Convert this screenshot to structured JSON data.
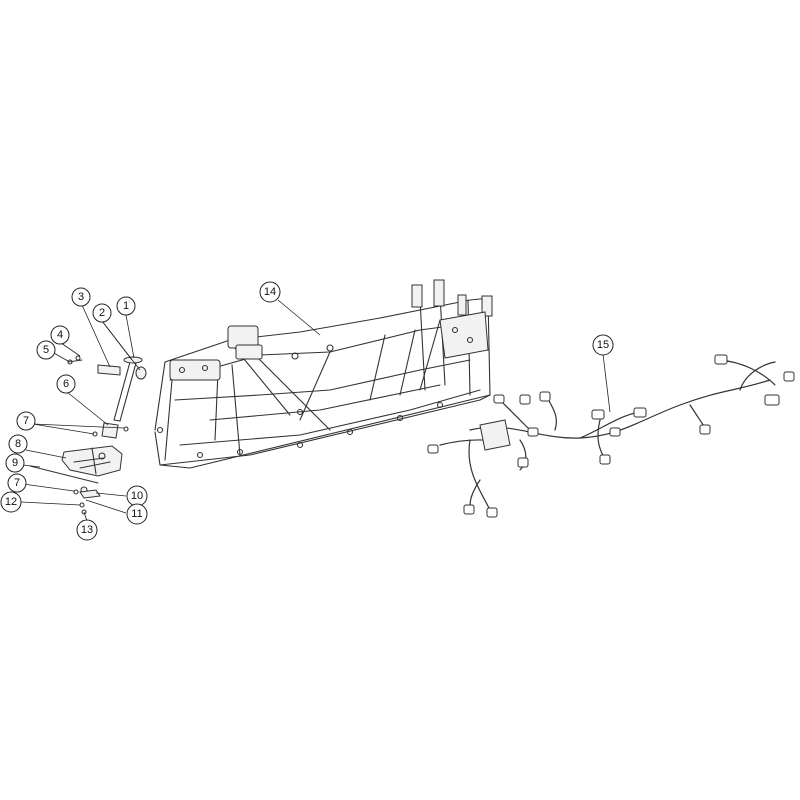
{
  "callouts": [
    "1",
    "2",
    "3",
    "4",
    "5",
    "6",
    "7",
    "7",
    "8",
    "9",
    "10",
    "11",
    "12",
    "13",
    "14",
    "15"
  ],
  "colors": {
    "line": "#333333",
    "background": "#ffffff",
    "part_fill": "#f2f2f2"
  }
}
